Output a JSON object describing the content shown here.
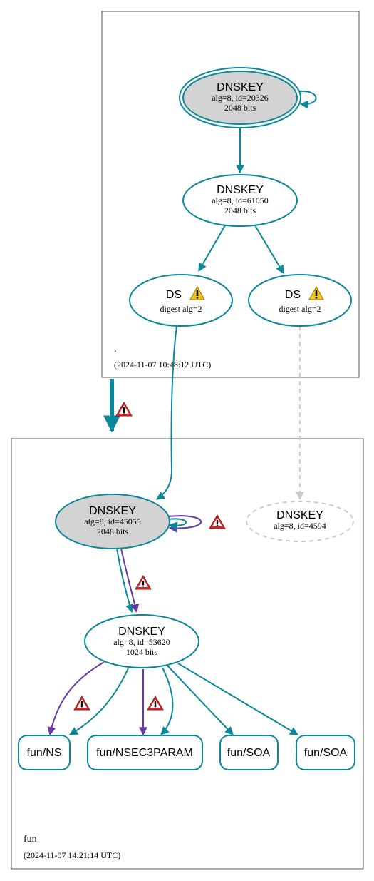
{
  "colors": {
    "teal": "#0a879a",
    "purple": "#6a3aa4",
    "gray_edge": "#cccccc",
    "node_fill": "#d3d3d3",
    "error_red": "#d62728",
    "warn_yellow": "#f5c518"
  },
  "zones": {
    "root": {
      "name": ".",
      "timestamp": "(2024-11-07 10:48:12 UTC)"
    },
    "fun": {
      "name": "fun",
      "timestamp": "(2024-11-07 14:21:14 UTC)"
    }
  },
  "nodes": {
    "root_ksk": {
      "title": "DNSKEY",
      "line1": "alg=8, id=20326",
      "line2": "2048 bits"
    },
    "root_zsk": {
      "title": "DNSKEY",
      "line1": "alg=8, id=61050",
      "line2": "2048 bits"
    },
    "ds1": {
      "title": "DS",
      "line1": "digest alg=2"
    },
    "ds2": {
      "title": "DS",
      "line1": "digest alg=2"
    },
    "fun_ksk": {
      "title": "DNSKEY",
      "line1": "alg=8, id=45055",
      "line2": "2048 bits"
    },
    "fun_missing": {
      "title": "DNSKEY",
      "line1": "alg=8, id=4594"
    },
    "fun_zsk": {
      "title": "DNSKEY",
      "line1": "alg=8, id=53620",
      "line2": "1024 bits"
    }
  },
  "records": [
    {
      "name": "fun/NS"
    },
    {
      "name": "fun/NSEC3PARAM"
    },
    {
      "name": "fun/SOA"
    },
    {
      "name": "fun/SOA"
    }
  ],
  "icons": {
    "warning": "warning-icon",
    "error": "error-icon"
  }
}
